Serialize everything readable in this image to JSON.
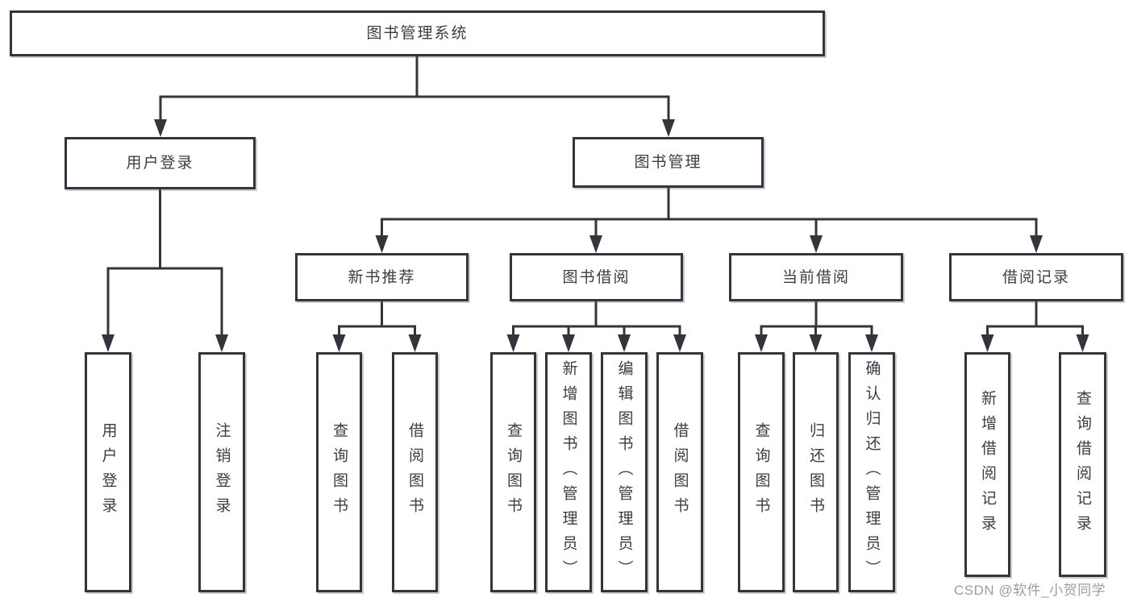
{
  "tree": {
    "label": "图书管理系统",
    "children": [
      {
        "label": "用户登录",
        "children": [
          {
            "label": "用户登录"
          },
          {
            "label": "注销登录"
          }
        ]
      },
      {
        "label": "图书管理",
        "children": [
          {
            "label": "新书推荐",
            "children": [
              {
                "label": "查询图书"
              },
              {
                "label": "借阅图书"
              }
            ]
          },
          {
            "label": "图书借阅",
            "children": [
              {
                "label": "查询图书"
              },
              {
                "label": "新增图书（管理员）"
              },
              {
                "label": "编辑图书（管理员）"
              },
              {
                "label": "借阅图书"
              }
            ]
          },
          {
            "label": "当前借阅",
            "children": [
              {
                "label": "查询图书"
              },
              {
                "label": "归还图书"
              },
              {
                "label": "确认归还（管理员）"
              }
            ]
          },
          {
            "label": "借阅记录",
            "children": [
              {
                "label": "新增借阅记录"
              },
              {
                "label": "查询借阅记录"
              }
            ]
          }
        ]
      }
    ]
  },
  "watermark": {
    "text": "CSDN @软件_小贺同学"
  },
  "palette": {
    "line": "#34343c",
    "box_border": "#34343c",
    "box_fill": "#ffffff",
    "text": "#3c3c44",
    "watermark": "#9c9ca2",
    "background": "#ffffff"
  }
}
